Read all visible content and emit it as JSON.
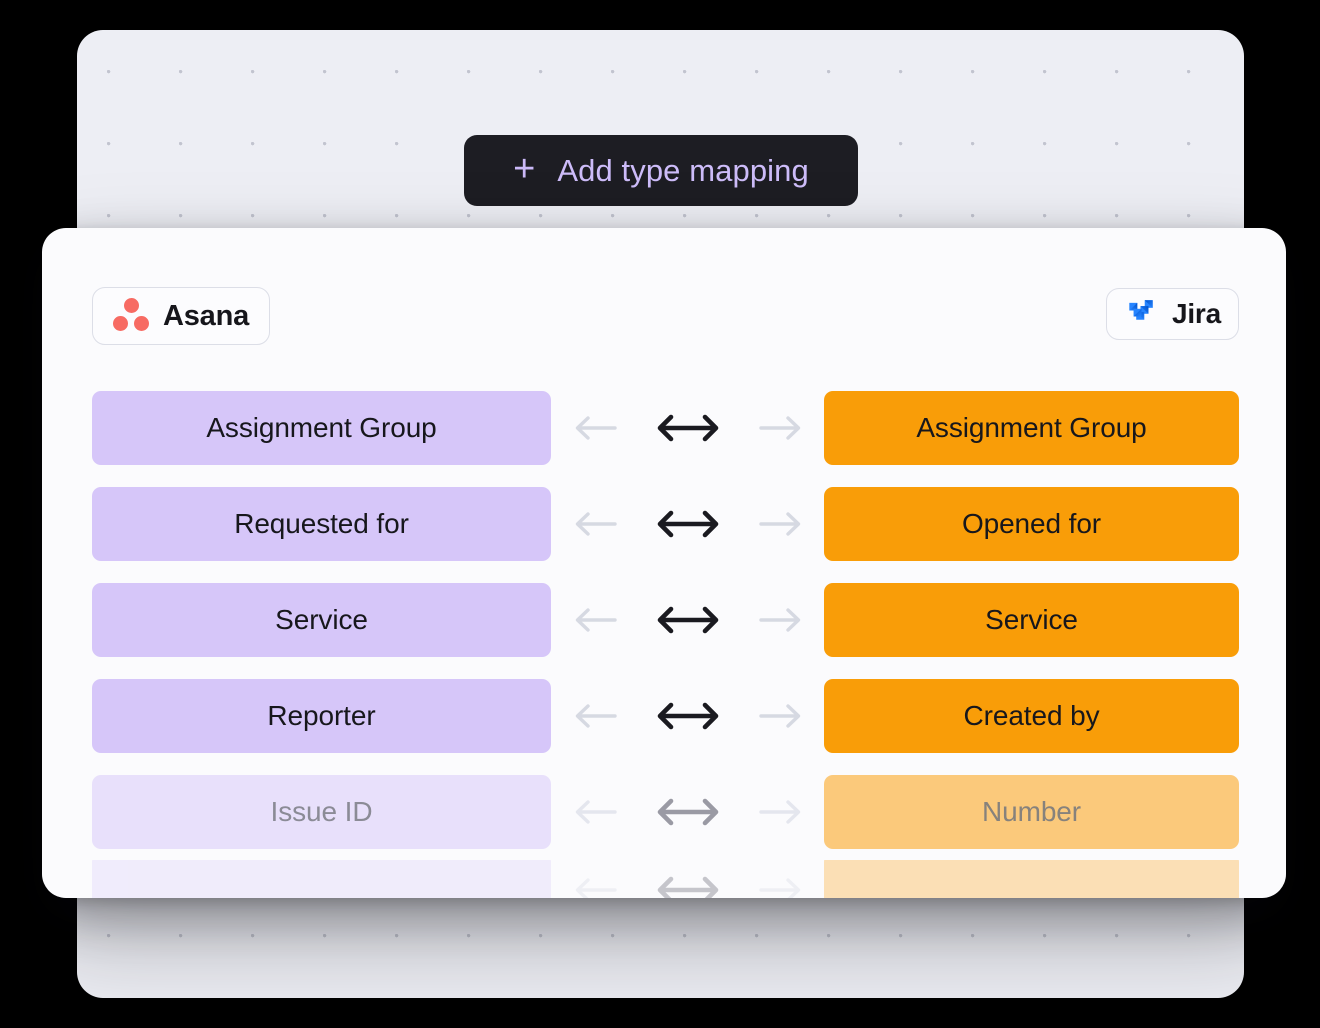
{
  "toolbar": {
    "add_mapping_label": "Add type mapping",
    "plus_glyph": "+"
  },
  "card": {
    "source": {
      "name": "Asana",
      "icon": "asana-logo",
      "accent": "#f76b63"
    },
    "target": {
      "name": "Jira",
      "icon": "jira-logo",
      "accent": "#2684ff"
    },
    "arrows": {
      "left_icon": "arrow-left-icon",
      "bidirectional_icon": "arrow-both-icon",
      "right_icon": "arrow-right-icon"
    },
    "mappings": [
      {
        "source": "Assignment Group",
        "target": "Assignment Group",
        "direction": "bidirectional",
        "state": "active"
      },
      {
        "source": "Requested for",
        "target": "Opened for",
        "direction": "bidirectional",
        "state": "active"
      },
      {
        "source": "Service",
        "target": "Service",
        "direction": "bidirectional",
        "state": "active"
      },
      {
        "source": "Reporter",
        "target": "Created by",
        "direction": "bidirectional",
        "state": "active"
      },
      {
        "source": "Issue ID",
        "target": "Number",
        "direction": "bidirectional",
        "state": "faded"
      },
      {
        "source": "",
        "target": "",
        "direction": "bidirectional",
        "state": "clipped"
      }
    ]
  },
  "colors": {
    "canvas": "#000000",
    "backdrop": "#edeef4",
    "dot": "#c2c4cf",
    "card": "#fbfbfd",
    "button_bg": "#1d1d23",
    "button_text": "#cdbcf9",
    "chip_left": "#d6c6f9",
    "chip_left_faded": "#e8e0fb",
    "chip_right": "#f99d08",
    "chip_right_faded": "#fbc97b",
    "chip_text": "#17171c",
    "arrow_active": "#1a1a20",
    "arrow_muted": "#d6d9e2"
  }
}
